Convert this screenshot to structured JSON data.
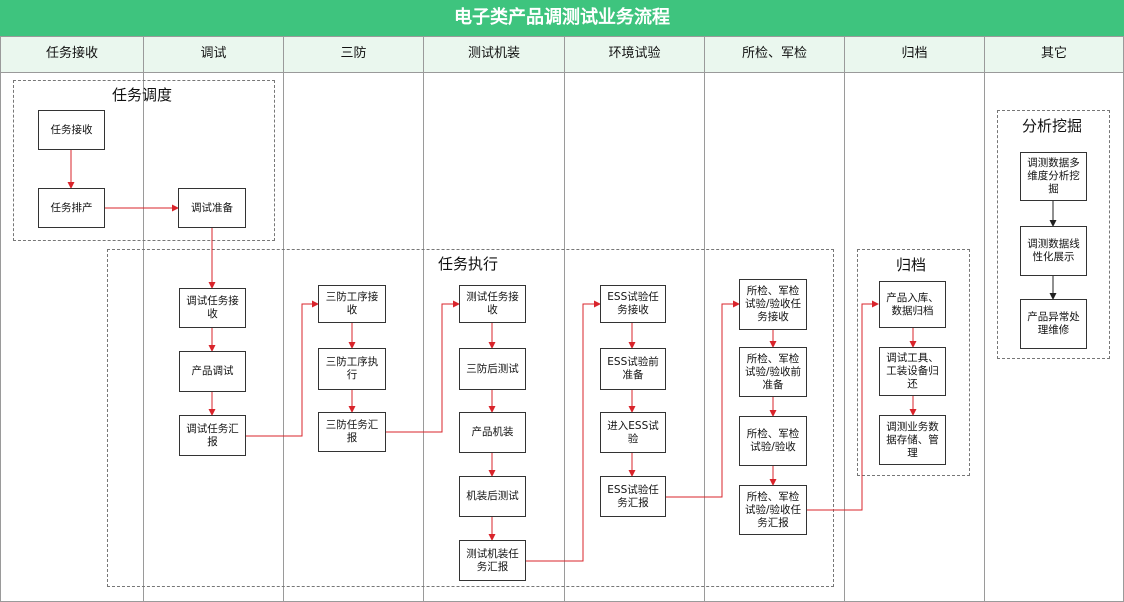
{
  "title": "电子类产品调测试业务流程",
  "lanes": [
    "任务接收",
    "调试",
    "三防",
    "测试机装",
    "环境试验",
    "所检、军检",
    "归档",
    "其它"
  ],
  "groups": {
    "dispatch": "任务调度",
    "execute": "任务执行",
    "archive": "归档",
    "mining": "分析挖掘"
  },
  "nodes": {
    "n1": "任务接收",
    "n2": "任务排产",
    "n3": "调试准备",
    "n4": "调试任务接收",
    "n5": "产品调试",
    "n6": "调试任务汇报",
    "n7": "三防工序接收",
    "n8": "三防工序执行",
    "n9": "三防任务汇报",
    "n10": "测试任务接收",
    "n11": "三防后测试",
    "n12": "产品机装",
    "n13": "机装后测试",
    "n14": "测试机装任务汇报",
    "n15": "ESS试验任务接收",
    "n16": "ESS试验前准备",
    "n17": "进入ESS试验",
    "n18": "ESS试验任务汇报",
    "n19": "所检、军检试验/验收任务接收",
    "n20": "所检、军检试验/验收前准备",
    "n21": "所检、军检试验/验收",
    "n22": "所检、军检试验/验收任务汇报",
    "n23": "产品入库、数据归档",
    "n24": "调试工具、工装设备归还",
    "n25": "调测业务数据存储、管理",
    "n26": "调测数据多维度分析挖掘",
    "n27": "调测数据线性化展示",
    "n28": "产品异常处理维修"
  },
  "colors": {
    "header": "#3ec47e",
    "arrow_flow": "#d9242b",
    "arrow_plain": "#222222"
  }
}
